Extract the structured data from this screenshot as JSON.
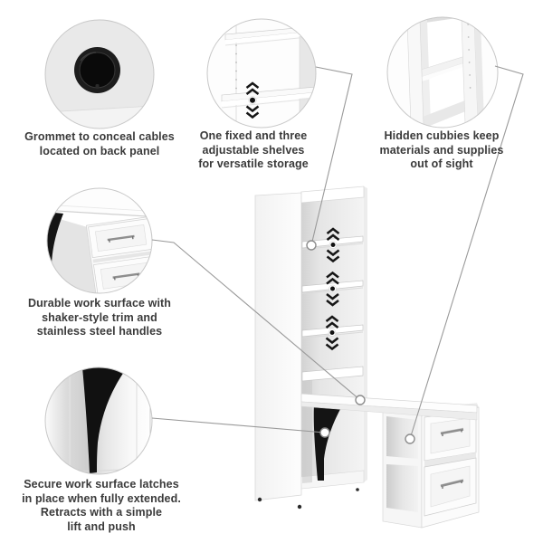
{
  "callouts": [
    {
      "id": "grommet",
      "text": "Grommet to conceal cables\nlocated on back panel"
    },
    {
      "id": "shelves",
      "text": "One fixed and three\nadjustable shelves\nfor versatile storage"
    },
    {
      "id": "cubbies",
      "text": "Hidden cubbies keep\nmaterials and supplies\nout of sight"
    },
    {
      "id": "work-surface",
      "text": "Durable work surface with\nshaker-style trim and\nstainless steel handles"
    },
    {
      "id": "latch",
      "text": "Secure work surface latches\nin place when fully extended.\nRetracts with a simple\nlift and push"
    }
  ],
  "icons": [
    {
      "name": "grommet-icon",
      "glyph": "black-ring"
    },
    {
      "name": "adjustable-shelf-arrows-icon",
      "glyph": "double-chevrons-up-down-with-pin"
    },
    {
      "name": "callout-marker-icon",
      "glyph": "white-dot"
    }
  ],
  "colors": {
    "background": "#ffffff",
    "text": "#3a3a3a",
    "leader_line": "#999999",
    "marker_stroke": "#8c8c8c",
    "circle_border": "#c8c8c8",
    "accent_black": "#141414"
  }
}
